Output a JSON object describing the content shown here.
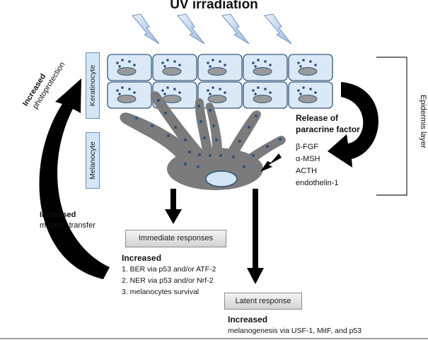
{
  "title": "UV irradiation",
  "left_labels": {
    "keratinocyte": "Keratinocyte",
    "melanocyte": "Melanocyte"
  },
  "epidermis_label": "Epidermis layer",
  "photoprotection": {
    "bold": "Increased",
    "text": "photoprotection"
  },
  "melanin_transfer": {
    "bold": "Increased",
    "text": "melanin transfer"
  },
  "paracrine": {
    "line1": "Release of",
    "line2": "paracrine factor"
  },
  "factors": [
    "β-FGF",
    "α-MSH",
    "ACTH",
    "endothelin-1"
  ],
  "immediate": {
    "box": "Immediate responses",
    "heading": "Increased",
    "items": [
      "1. BER via p53 and/or ATF-2",
      "2. NER via p53 and/or Nrf-2",
      "3. melanocytes survival"
    ]
  },
  "latent": {
    "box": "Latent response",
    "heading": "Increased",
    "text": "melanogenesis via USF-1, MitF, and p53"
  },
  "colors": {
    "cell_fill": "#dbe9f6",
    "cell_stroke": "#37587c",
    "nucleus": "#9a9a9a",
    "melanin_dot": "#2c4f7a",
    "melanocyte": "#7b7b7b",
    "lightning": "#b4cbe8",
    "arrow": "#000000"
  }
}
